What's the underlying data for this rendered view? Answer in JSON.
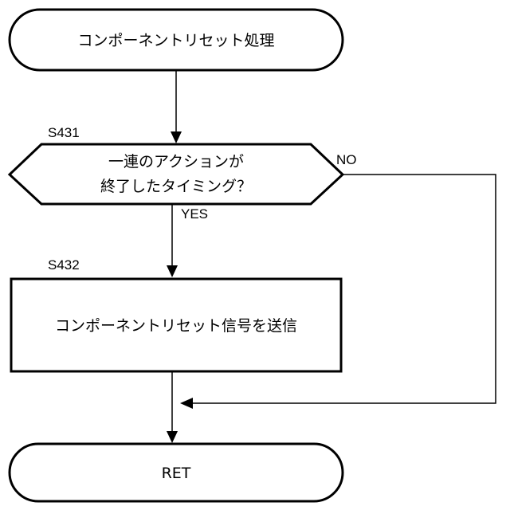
{
  "start": {
    "label": "コンポーネントリセット処理"
  },
  "decision": {
    "step_id": "S431",
    "line1": "一連のアクションが",
    "line2": "終了したタイミング？",
    "yes_label": "YES",
    "no_label": "NO"
  },
  "process": {
    "step_id": "S432",
    "label": "コンポーネントリセット信号を送信"
  },
  "end": {
    "label": "RET"
  }
}
